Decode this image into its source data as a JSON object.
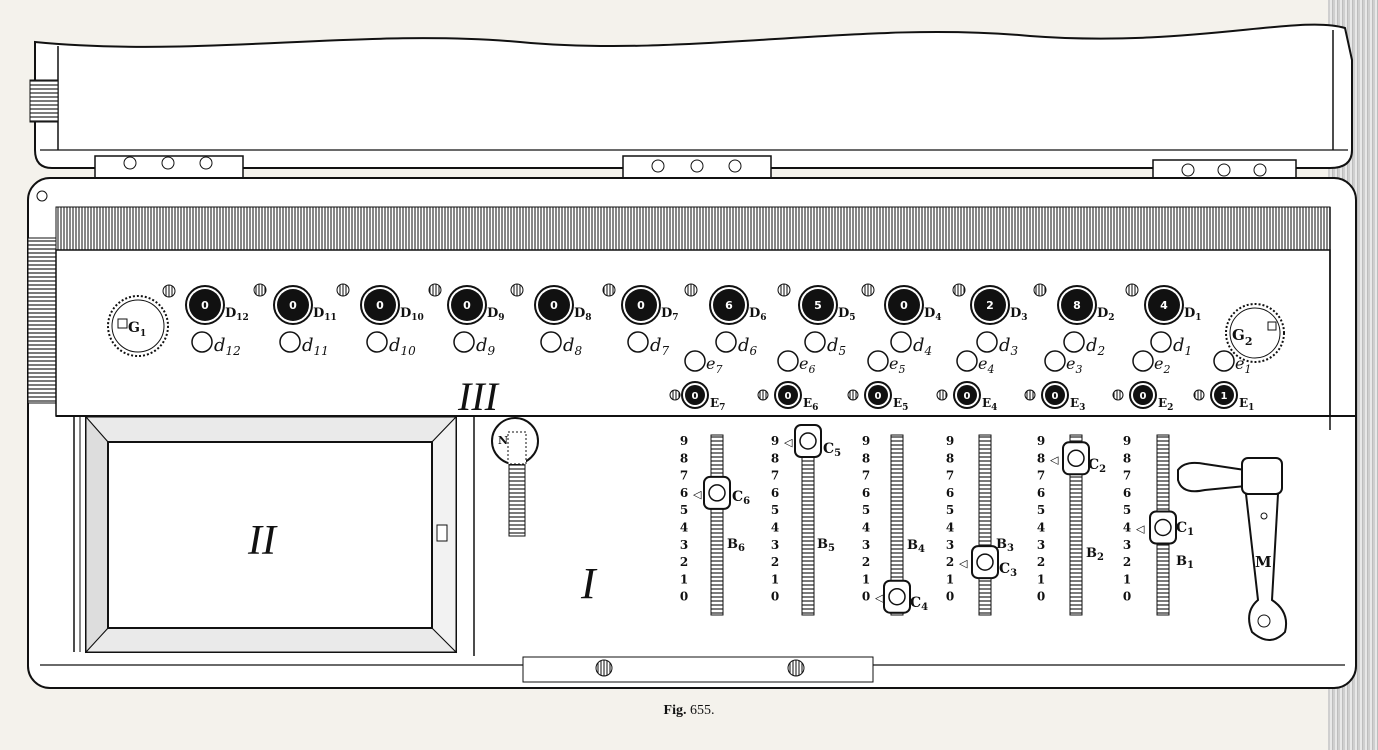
{
  "caption": {
    "prefix": "Fig.",
    "number": "655."
  },
  "sections": {
    "keyboard": "III",
    "window": "II",
    "slide_panel": "I"
  },
  "counters_top": [
    {
      "digit": "0",
      "label": "D",
      "sub": "12",
      "small": "d",
      "small_sub": "12"
    },
    {
      "digit": "0",
      "label": "D",
      "sub": "11",
      "small": "d",
      "small_sub": "11"
    },
    {
      "digit": "0",
      "label": "D",
      "sub": "10",
      "small": "d",
      "small_sub": "10"
    },
    {
      "digit": "0",
      "label": "D",
      "sub": "9",
      "small": "d",
      "small_sub": "9"
    },
    {
      "digit": "0",
      "label": "D",
      "sub": "8",
      "small": "d",
      "small_sub": "8"
    },
    {
      "digit": "0",
      "label": "D",
      "sub": "7",
      "small": "d",
      "small_sub": "7"
    },
    {
      "digit": "6",
      "label": "D",
      "sub": "6",
      "small": "d",
      "small_sub": "6"
    },
    {
      "digit": "5",
      "label": "D",
      "sub": "5",
      "small": "d",
      "small_sub": "5"
    },
    {
      "digit": "0",
      "label": "D",
      "sub": "4",
      "small": "d",
      "small_sub": "4"
    },
    {
      "digit": "2",
      "label": "D",
      "sub": "3",
      "small": "d",
      "small_sub": "3"
    },
    {
      "digit": "8",
      "label": "D",
      "sub": "2",
      "small": "d",
      "small_sub": "2"
    },
    {
      "digit": "4",
      "label": "D",
      "sub": "1",
      "small": "d",
      "small_sub": "1"
    }
  ],
  "counters_e": [
    {
      "digit": "0",
      "label": "E",
      "sub": "7",
      "small": "e",
      "small_sub": "7"
    },
    {
      "digit": "0",
      "label": "E",
      "sub": "6",
      "small": "e",
      "small_sub": "6"
    },
    {
      "digit": "0",
      "label": "E",
      "sub": "5",
      "small": "e",
      "small_sub": "5"
    },
    {
      "digit": "0",
      "label": "E",
      "sub": "4",
      "small": "e",
      "small_sub": "4"
    },
    {
      "digit": "0",
      "label": "E",
      "sub": "3",
      "small": "e",
      "small_sub": "3"
    },
    {
      "digit": "0",
      "label": "E",
      "sub": "2",
      "small": "e",
      "small_sub": "2"
    },
    {
      "digit": "1",
      "label": "E",
      "sub": "1",
      "small": "e",
      "small_sub": "1"
    }
  ],
  "knob_left": {
    "label": "G",
    "sub": "1"
  },
  "knob_right": {
    "label": "G",
    "sub": "2"
  },
  "knob_n": {
    "label": "N"
  },
  "crank": {
    "label": "M"
  },
  "scale_digits": [
    "9",
    "8",
    "7",
    "6",
    "5",
    "4",
    "3",
    "2",
    "1",
    "0"
  ],
  "sliders": [
    {
      "slot": "B",
      "slot_sub": "6",
      "slider": "C",
      "slider_sub": "6",
      "setting": 6
    },
    {
      "slot": "B",
      "slot_sub": "5",
      "slider": "C",
      "slider_sub": "5",
      "setting": 9
    },
    {
      "slot": "B",
      "slot_sub": "4",
      "slider": "C",
      "slider_sub": "4",
      "setting": 0
    },
    {
      "slot": "B",
      "slot_sub": "3",
      "slider": "C",
      "slider_sub": "3",
      "setting": 2
    },
    {
      "slot": "B",
      "slot_sub": "2",
      "slider": "C",
      "slider_sub": "2",
      "setting": 8
    },
    {
      "slot": "B",
      "slot_sub": "1",
      "slider": "C",
      "slider_sub": "1",
      "setting": 4
    }
  ]
}
